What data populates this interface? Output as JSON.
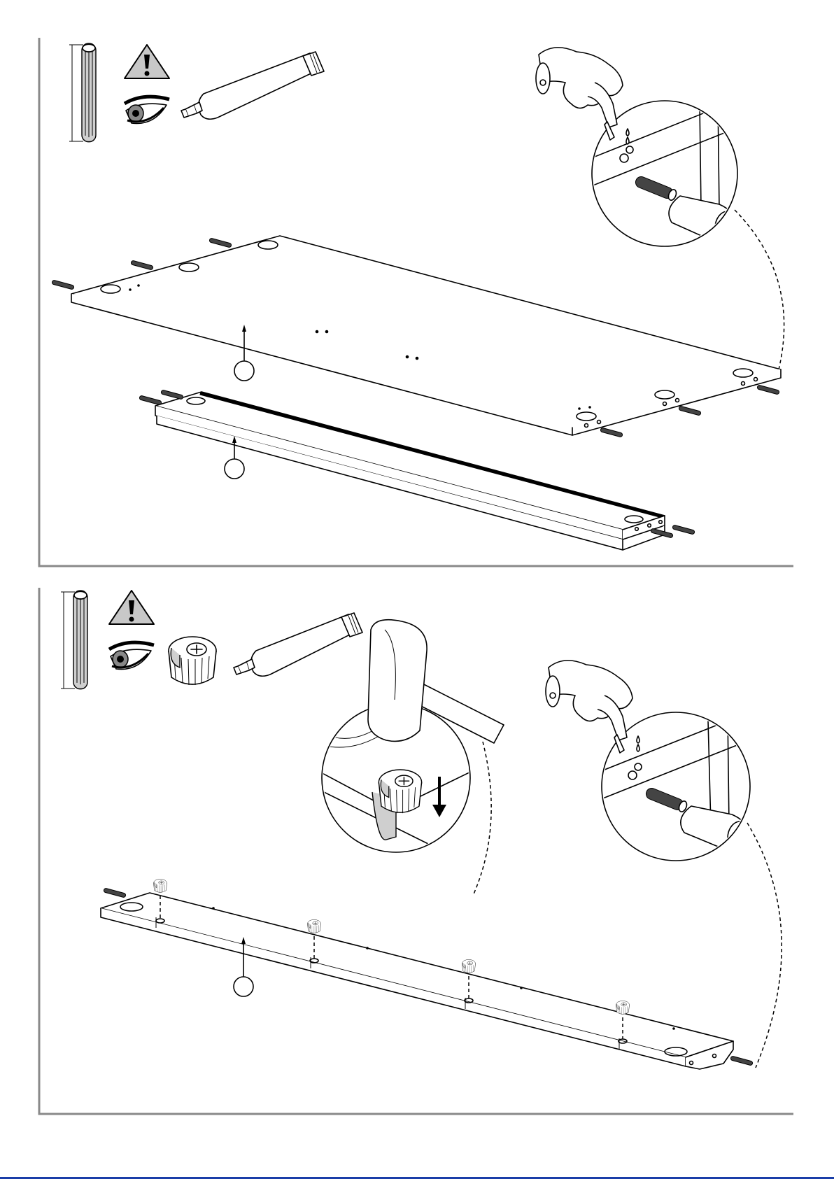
{
  "panels": [
    {
      "id": "step-1",
      "icons": [
        "dowel-icon",
        "warning-icon",
        "eye-icon",
        "glue-tube-icon"
      ],
      "callouts": [
        {
          "part": "top-panel",
          "label": ""
        },
        {
          "part": "rail",
          "label": ""
        }
      ],
      "details": [
        "glue-dowel-hammer-detail"
      ]
    },
    {
      "id": "step-2",
      "icons": [
        "dowel-icon",
        "warning-icon",
        "eye-icon",
        "cam-lock-icon",
        "glue-tube-icon"
      ],
      "callouts": [
        {
          "part": "bottom-rail",
          "label": ""
        }
      ],
      "details": [
        "cam-lock-insert-detail",
        "glue-dowel-hammer-detail"
      ]
    }
  ],
  "colors": {
    "frame": "#8a8a8a",
    "line": "#000000",
    "shade": "#cfcfcf",
    "accent-bottom": "#1a3ea8"
  }
}
